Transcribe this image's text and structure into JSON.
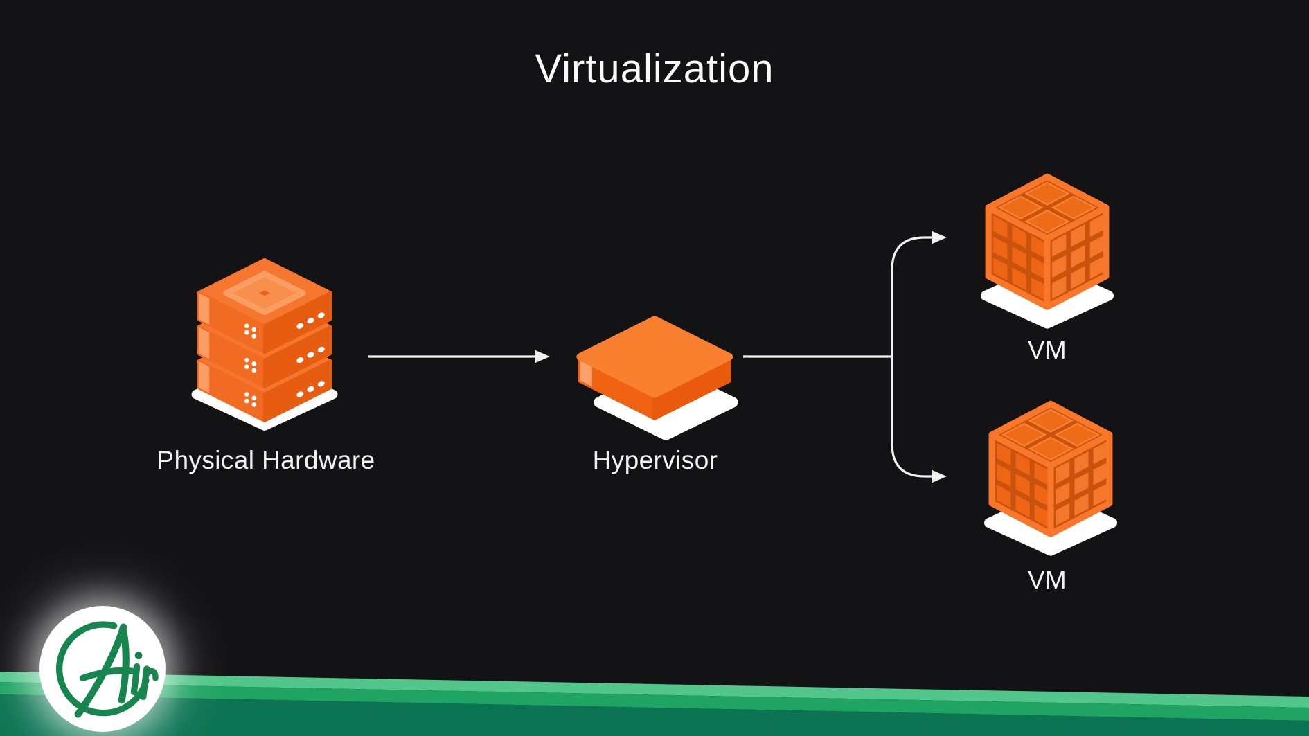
{
  "title": "Virtualization",
  "diagram": {
    "nodes": [
      {
        "id": "physical-hardware",
        "label": "Physical Hardware",
        "icon": "server-stack-icon"
      },
      {
        "id": "hypervisor",
        "label": "Hypervisor",
        "icon": "hypervisor-layer-icon"
      },
      {
        "id": "vm-top",
        "label": "VM",
        "icon": "vm-cube-icon"
      },
      {
        "id": "vm-bottom",
        "label": "VM",
        "icon": "vm-cube-icon"
      }
    ],
    "edges": [
      {
        "from": "physical-hardware",
        "to": "hypervisor",
        "type": "arrow"
      },
      {
        "from": "hypervisor",
        "to": "vm-top",
        "type": "arrow"
      },
      {
        "from": "hypervisor",
        "to": "vm-bottom",
        "type": "arrow"
      }
    ]
  },
  "logo": {
    "text": "Air"
  },
  "colors": {
    "background": "#131316",
    "text": "#F2F2F2",
    "accent_orange": "#F5762E",
    "orange_light": "#FA9C63",
    "orange_dark": "#E65C10",
    "shadow_white": "#FFFFFF",
    "arrow": "#F1F1F1",
    "stripe_light_green": "#53C78B",
    "stripe_mid_green": "#1FA463",
    "stripe_dark_green": "#0C7452",
    "logo_green": "#17854E"
  }
}
